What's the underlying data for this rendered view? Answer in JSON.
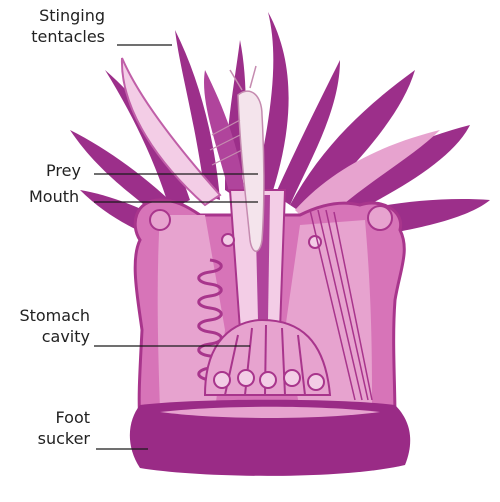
{
  "labels": {
    "stinging_tentacles": {
      "line1": "Stinging",
      "line2": "tentacles"
    },
    "prey": "Prey",
    "mouth": "Mouth",
    "stomach_cavity": {
      "line1": "Stomach",
      "line2": "cavity"
    },
    "foot_sucker": {
      "line1": "Foot",
      "line2": "sucker"
    }
  },
  "colors": {
    "body_outer": "#a8358c",
    "body_mid": "#d774b8",
    "body_inner": "#e7a3cf",
    "body_pale": "#f3cde6",
    "tentacle": "#9c2f8a",
    "foot": "#9a2b86",
    "prey": "#f4e4ec",
    "leader_line": "#1a1a1a"
  }
}
